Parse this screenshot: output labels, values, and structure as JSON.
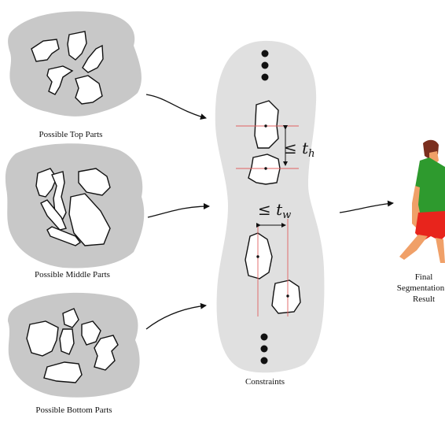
{
  "labels": {
    "top": "Possible Top Parts",
    "middle": "Possible Middle Parts",
    "bottom": "Possible Bottom Parts",
    "constraints": "Constraints",
    "final_line1": "Final",
    "final_line2": "Segmentation",
    "final_line3": "Result"
  },
  "math": {
    "height_sym": "≤",
    "height_var": "t",
    "height_sub": "h",
    "width_sym": "≤",
    "width_var": "t",
    "width_sub": "w"
  },
  "colors": {
    "cluster_fill": "#c8c8c8",
    "panel_fill": "#e0e0e0",
    "guide_line": "#e06060",
    "shirt": "#2e9a2e",
    "shorts": "#e8241c",
    "skin": "#f0a068",
    "hair": "#7a2e1e"
  }
}
